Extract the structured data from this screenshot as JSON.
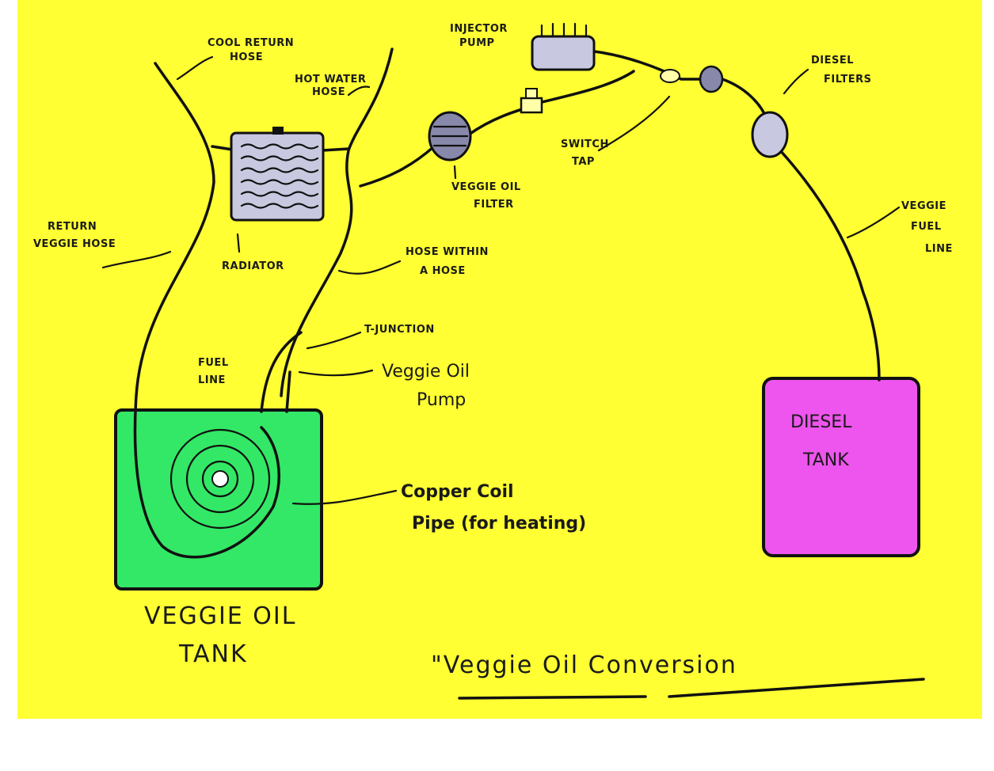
{
  "title": "\"Veggie Oil Conversion",
  "colors": {
    "background": "#ffff33",
    "veggie_tank": "#33e866",
    "diesel_tank": "#ee55ee",
    "filter": "#8888aa",
    "radiator": "#c8c8e0",
    "ink": "#111111"
  },
  "labels": {
    "coolant_return_hose": [
      "COOL RETURN",
      "HOSE"
    ],
    "hot_water_hose": [
      "HOT WATER",
      "HOSE"
    ],
    "injector_pump": [
      "INJECTOR",
      "PUMP"
    ],
    "diesel_filters": [
      "DIESEL",
      "FILTERS"
    ],
    "return_veggie_hose": [
      "RETURN",
      "VEGGIE HOSE"
    ],
    "radiator": "RADIATOR",
    "hose_within_hose": [
      "HOSE WITHIN",
      "A HOSE"
    ],
    "veggie_oil_filter": [
      "VEGGIE OIL",
      "FILTER"
    ],
    "switch_tap": [
      "SWITCH",
      "TAP"
    ],
    "veggie_fuel_line": [
      "VEGGIE",
      "FUEL",
      "LINE"
    ],
    "t_junction": "T-JUNCTION",
    "fuel_line": [
      "FUEL",
      "LINE"
    ],
    "veggie_oil_pump": [
      "Veggie Oil",
      "Pump"
    ],
    "copper_coil": [
      "Copper Coil",
      "Pipe (for heating)"
    ],
    "veggie_tank": [
      "VEGGIE OIL",
      "TANK"
    ],
    "diesel_tank": [
      "DIESEL",
      "TANK"
    ]
  },
  "icons": [
    "radiator-icon",
    "veggie-oil-filter-icon",
    "diesel-filter-icon",
    "injector-pump-icon",
    "switch-tap-icon"
  ]
}
